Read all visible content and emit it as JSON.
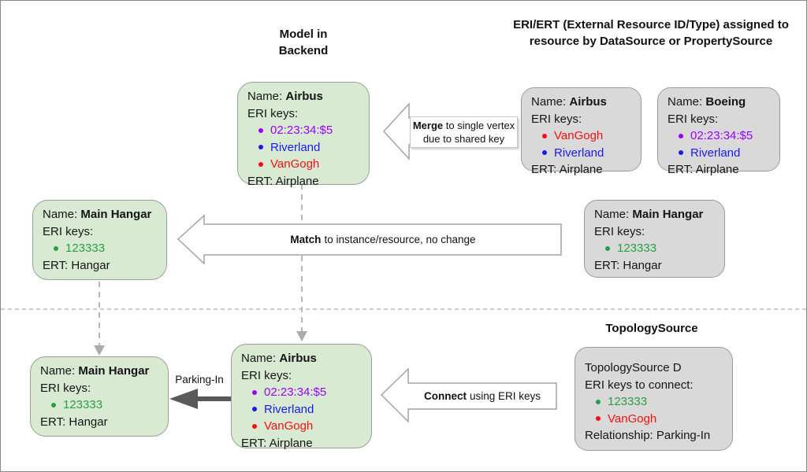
{
  "headings": {
    "backend": "Model in Backend",
    "sources": "ERI/ERT (External Resource ID/Type) assigned to resource by DataSource or PropertySource",
    "topology": "TopologySource"
  },
  "arrows": {
    "merge": {
      "bold": "Merge",
      "rest": " to single vertex due to shared key"
    },
    "match": {
      "bold": "Match",
      "rest": " to instance/resource, no change"
    },
    "connect": {
      "bold": "Connect",
      "rest": " using ERI keys"
    },
    "parking": "Parking-In"
  },
  "palette": {
    "green_box": "#d9ead3",
    "gray_box": "#d9d9d9",
    "box_border": "#999999",
    "dark_arrow": "#595959",
    "dashed_line": "#b7b7b7"
  },
  "boxes": {
    "backend_airbus": {
      "name_label": "Name: ",
      "name": "Airbus",
      "keys_label": "ERI keys:",
      "keys": [
        {
          "text": "02:23:34:$5",
          "color": "#9900ff"
        },
        {
          "text": "Riverland",
          "color": "#1a1af0"
        },
        {
          "text": "VanGogh",
          "color": "#f50f0f"
        }
      ],
      "ert_label": "ERT: ",
      "ert": "Airplane"
    },
    "src_airbus": {
      "name_label": "Name: ",
      "name": "Airbus",
      "keys_label": "ERI keys:",
      "keys": [
        {
          "text": "VanGogh",
          "color": "#f50f0f"
        },
        {
          "text": "Riverland",
          "color": "#1a1af0"
        }
      ],
      "ert_label": "ERT: ",
      "ert": "Airplane"
    },
    "src_boeing": {
      "name_label": "Name: ",
      "name": "Boeing",
      "keys_label": "ERI keys:",
      "keys": [
        {
          "text": "02:23:34:$5",
          "color": "#9900ff"
        },
        {
          "text": "Riverland",
          "color": "#1a1af0"
        }
      ],
      "ert_label": "ERT: ",
      "ert": "Airplane"
    },
    "backend_hangar": {
      "name_label": "Name: ",
      "name": "Main Hangar",
      "keys_label": "ERI keys:",
      "keys": [
        {
          "text": "123333",
          "color": "#289e46"
        }
      ],
      "ert_label": "ERT: ",
      "ert": "Hangar"
    },
    "src_hangar": {
      "name_label": "Name: ",
      "name": "Main Hangar",
      "keys_label": "ERI keys:",
      "keys": [
        {
          "text": "123333",
          "color": "#289e46"
        }
      ],
      "ert_label": "ERT: ",
      "ert": "Hangar"
    },
    "backend_hangar2": {
      "name_label": "Name: ",
      "name": "Main Hangar",
      "keys_label": "ERI keys:",
      "keys": [
        {
          "text": "123333",
          "color": "#289e46"
        }
      ],
      "ert_label": "ERT: ",
      "ert": "Hangar"
    },
    "backend_airbus2": {
      "name_label": "Name: ",
      "name": "Airbus",
      "keys_label": "ERI keys:",
      "keys": [
        {
          "text": "02:23:34:$5",
          "color": "#9900ff"
        },
        {
          "text": "Riverland",
          "color": "#1a1af0"
        },
        {
          "text": "VanGogh",
          "color": "#f50f0f"
        }
      ],
      "ert_label": "ERT: ",
      "ert": "Airplane"
    },
    "topology_d": {
      "line1": "TopologySource D",
      "keys_label": "ERI keys to connect:",
      "keys": [
        {
          "text": "123333",
          "color": "#289e46"
        },
        {
          "text": "VanGogh",
          "color": "#f50f0f"
        }
      ],
      "rel_label": "Relationship: ",
      "rel": "Parking-In"
    }
  }
}
